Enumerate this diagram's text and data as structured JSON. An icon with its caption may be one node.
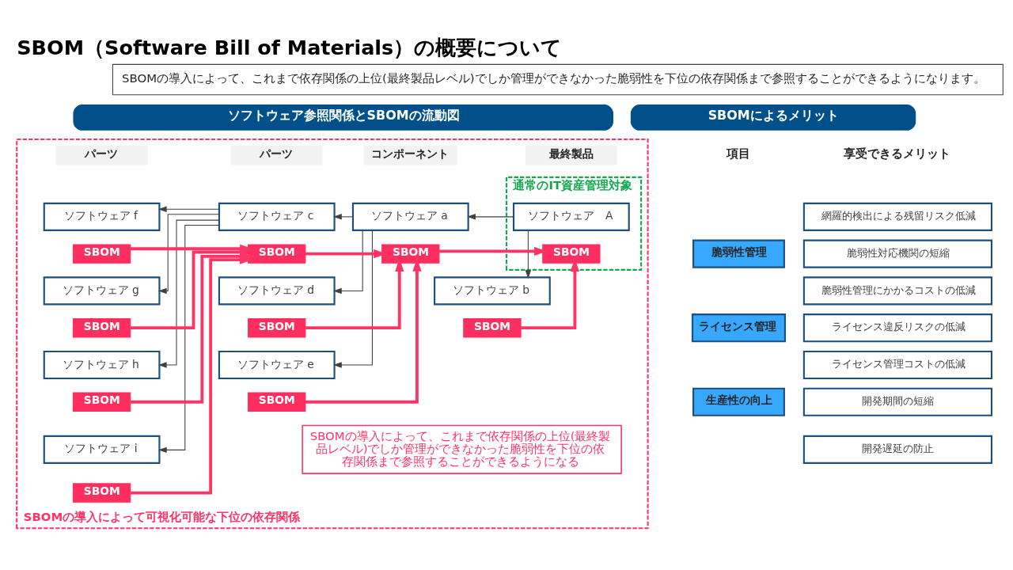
{
  "diagram": {
    "title": "SBOM（Software Bill of Materials）の概要について",
    "nodes": [
      {
        "text": [
          "SBOMの導入によって、これまで依存関係の上位(最終製品レベル)でしか管理ができなかった脆弱性を下位の依存関係まで参照することができるようになります。"
        ]
      },
      {
        "text": [
          "ソフトウェア参照関係とSBOMの流動図"
        ]
      },
      {
        "text": [
          "SBOMの導入によって可視化可能な下位の依存関係"
        ]
      },
      {
        "text": [
          "パーツ"
        ],
        "in": 2
      },
      {
        "text": [
          "パーツ"
        ],
        "in": 2
      },
      {
        "text": [
          "コンポーネント"
        ],
        "in": 2
      },
      {
        "text": [
          "最終製品"
        ],
        "in": 2
      },
      {
        "text": [
          "通常のIT資産管理対象"
        ],
        "in": 2
      },
      {
        "text": [
          "ソフトウェア f"
        ],
        "in": 2
      },
      {
        "text": [
          "ソフトウェア c"
        ],
        "in": 2
      },
      {
        "text": [
          "ソフトウェア a"
        ],
        "in": 2
      },
      {
        "text": [
          "ソフトウェア　A"
        ],
        "in": 7
      },
      {
        "text": [
          "SBOM"
        ],
        "in": 2
      },
      {
        "text": [
          "SBOM"
        ],
        "in": 2
      },
      {
        "text": [
          "SBOM"
        ],
        "in": 2
      },
      {
        "text": [
          "SBOM"
        ],
        "in": 7
      },
      {
        "text": [
          "ソフトウェア g"
        ],
        "in": 2
      },
      {
        "text": [
          "ソフトウェア d"
        ],
        "in": 2
      },
      {
        "text": [
          "ソフトウェア b"
        ],
        "in": 2
      },
      {
        "text": [
          "SBOM"
        ],
        "in": 2
      },
      {
        "text": [
          "SBOM"
        ],
        "in": 2
      },
      {
        "text": [
          "SBOM"
        ],
        "in": 2
      },
      {
        "text": [
          "ソフトウェア h"
        ],
        "in": 2
      },
      {
        "text": [
          "ソフトウェア e"
        ],
        "in": 2
      },
      {
        "text": [
          "SBOM"
        ],
        "in": 2
      },
      {
        "text": [
          "SBOM"
        ],
        "in": 2
      },
      {
        "text": [
          "SBOMの導入によって、これまで依存関係の上位(最終製品レベル)でしか管理ができなかった脆弱性を下位の依存関係まで参照することができるようになる"
        ],
        "in": 2
      },
      {
        "text": [
          "ソフトウェア i"
        ],
        "in": 2
      },
      {
        "text": [
          "SBOM"
        ],
        "in": 2
      },
      {
        "text": [
          "SBOMによるメリット"
        ]
      },
      {
        "text": [
          "脆弱性管理"
        ]
      },
      {
        "text": [
          "網羅的検出による残留リスク低減"
        ]
      },
      {
        "text": [
          "脆弱性対応機関の短縮"
        ]
      },
      {
        "text": [
          "脆弱性管理にかかるコストの低減"
        ]
      },
      {
        "text": [
          "ライセンス管理"
        ]
      },
      {
        "text": [
          "ライセンス違反リスクの低減"
        ]
      },
      {
        "text": [
          "ライセンス管理コストの低減"
        ]
      },
      {
        "text": [
          "生産性の向上"
        ]
      },
      {
        "text": [
          "開発期間の短縮"
        ]
      },
      {
        "text": [
          "開発遅延の防止"
        ]
      }
    ],
    "edges": [
      {
        "from": 11,
        "to": 10,
        "arrow": "to"
      },
      {
        "from": 11,
        "to": 18,
        "arrow": "to"
      },
      {
        "from": 10,
        "to": 9,
        "arrow": "to"
      },
      {
        "from": 10,
        "to": 17,
        "arrow": "to"
      },
      {
        "from": 10,
        "to": 23,
        "arrow": "to"
      },
      {
        "from": 9,
        "to": 8,
        "arrow": "to"
      },
      {
        "from": 9,
        "to": 16,
        "arrow": "to"
      },
      {
        "from": 9,
        "to": 22,
        "arrow": "to"
      },
      {
        "from": 9,
        "to": 27,
        "arrow": "to"
      },
      {
        "from": 12,
        "to": 13,
        "arrow": "to",
        "style": "thick",
        "color": "#ff3366"
      },
      {
        "from": 19,
        "to": 13,
        "arrow": "to",
        "style": "thick",
        "color": "#ff3366"
      },
      {
        "from": 24,
        "to": 13,
        "arrow": "to",
        "style": "thick",
        "color": "#ff3366"
      },
      {
        "from": 28,
        "to": 13,
        "arrow": "to",
        "style": "thick",
        "color": "#ff3366"
      },
      {
        "from": 13,
        "to": 14,
        "arrow": "to",
        "style": "thick",
        "color": "#ff3366"
      },
      {
        "from": 20,
        "to": 14,
        "arrow": "to",
        "style": "thick",
        "color": "#ff3366"
      },
      {
        "from": 25,
        "to": 14,
        "arrow": "to",
        "style": "thick",
        "color": "#ff3366"
      },
      {
        "from": 14,
        "to": 15,
        "arrow": "to",
        "style": "thick",
        "color": "#ff3366"
      },
      {
        "from": 21,
        "to": 15,
        "arrow": "to",
        "style": "thick",
        "color": "#ff3366"
      }
    ],
    "labels": [
      "項目",
      "享受できるメリット"
    ]
  }
}
